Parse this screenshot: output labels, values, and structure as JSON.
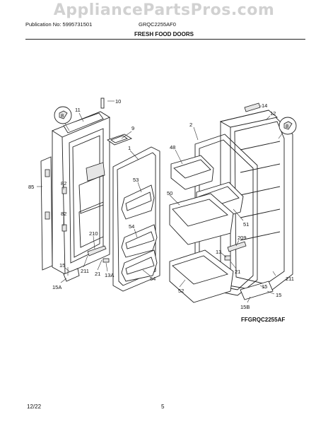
{
  "watermark": "AppliancePartsPros.com",
  "header": {
    "publication": "Publication No: 5995731501",
    "model": "GRQC2255AF0",
    "title": "FRESH FOOD DOORS"
  },
  "figure_code": "FFGRQC2255AF",
  "footer": {
    "date": "12/22",
    "page": "5"
  },
  "callouts": [
    "10",
    "11",
    "9",
    "8",
    "1",
    "48",
    "53",
    "82",
    "82",
    "85",
    "54",
    "210",
    "15",
    "211",
    "21",
    "13A",
    "15A",
    "54",
    "50",
    "51",
    "209",
    "13",
    "21",
    "52",
    "14",
    "12",
    "8",
    "2",
    "211",
    "15",
    "15",
    "15B"
  ]
}
